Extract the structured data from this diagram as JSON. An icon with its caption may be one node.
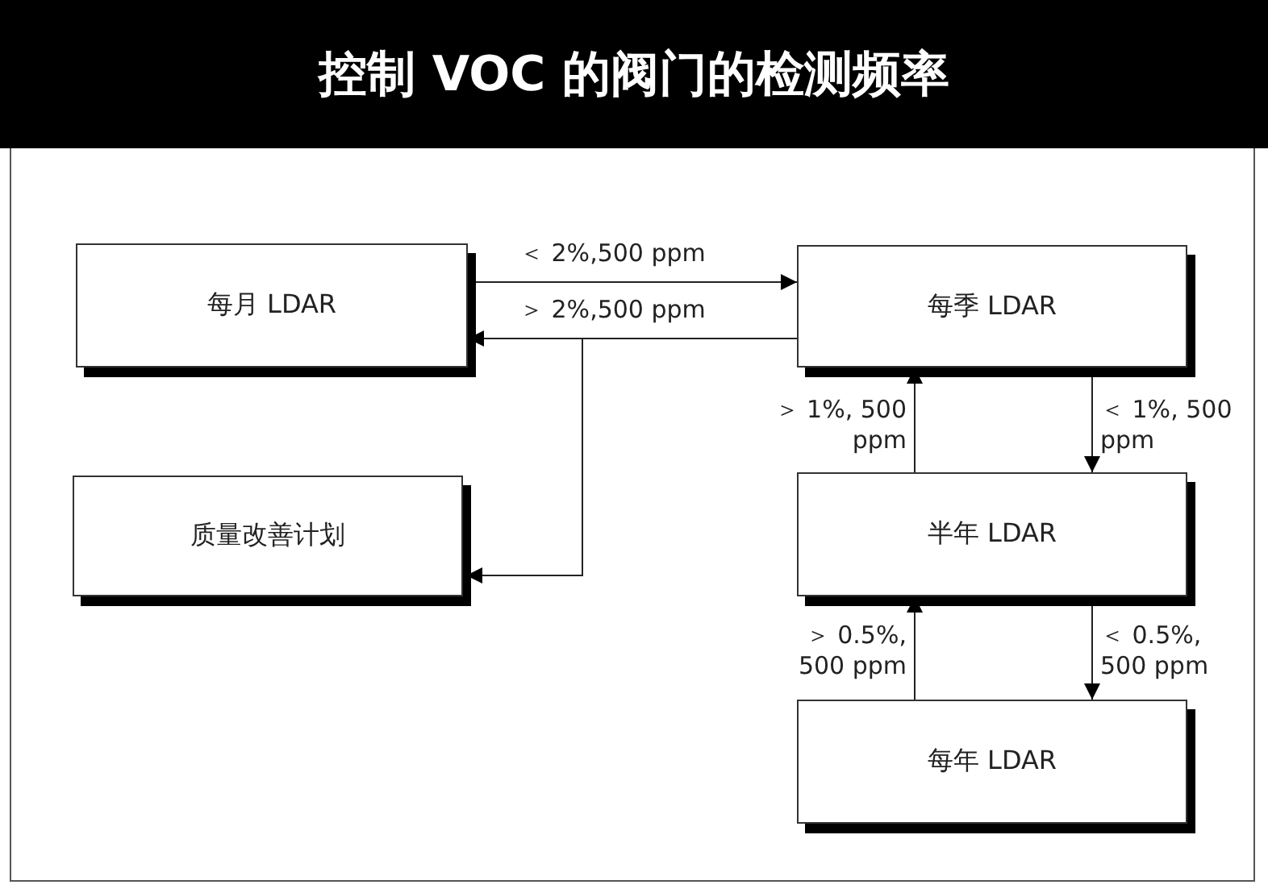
{
  "diagram": {
    "title": "控制 VOC 的阀门的检测频率",
    "nodes": [
      {
        "text": [
          "每月 LDAR"
        ]
      },
      {
        "text": [
          "每季 LDAR"
        ]
      },
      {
        "text": [
          "质量改善计划"
        ]
      },
      {
        "text": [
          "半年 LDAR"
        ]
      },
      {
        "text": [
          "每年 LDAR"
        ]
      }
    ],
    "edges": [
      {
        "from": 0,
        "to": 1,
        "arrow": "to",
        "label": "＜ 2%,500 ppm"
      },
      {
        "from": 1,
        "to": 0,
        "arrow": "to",
        "label": "＞ 2%,500 ppm"
      },
      {
        "from": 1,
        "to": 2,
        "arrow": "to"
      },
      {
        "from": 3,
        "to": 1,
        "arrow": "to",
        "label": "＞ 1%, 500 ppm"
      },
      {
        "from": 1,
        "to": 3,
        "arrow": "to",
        "label": "＜ 1%, 500 ppm"
      },
      {
        "from": 4,
        "to": 3,
        "arrow": "to",
        "label": "＞ 0.5%, 500 ppm"
      },
      {
        "from": 3,
        "to": 4,
        "arrow": "to",
        "label": "＜ 0.5%, 500 ppm"
      }
    ]
  }
}
